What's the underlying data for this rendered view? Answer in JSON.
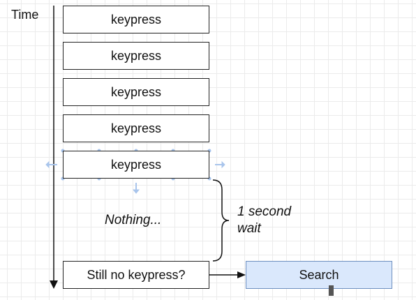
{
  "axis": {
    "time_label": "Time"
  },
  "events": [
    {
      "label": "keypress"
    },
    {
      "label": "keypress"
    },
    {
      "label": "keypress"
    },
    {
      "label": "keypress"
    },
    {
      "label": "keypress"
    }
  ],
  "gap": {
    "label": "Nothing..."
  },
  "brace": {
    "line1": "1 second",
    "line2": "wait"
  },
  "check": {
    "label": "Still no keypress?"
  },
  "action": {
    "label": "Search",
    "fill": "#dae8fc",
    "stroke": "#6c8ebf"
  },
  "selection": {
    "handle_color": "#a9c5ec"
  }
}
